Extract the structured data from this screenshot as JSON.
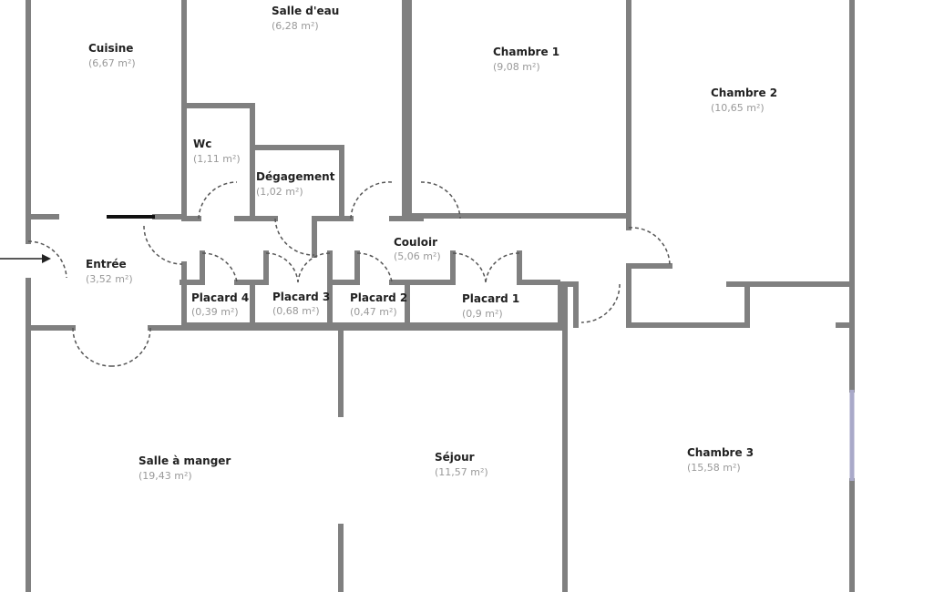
{
  "plan": {
    "rooms": [
      {
        "name": "Cuisine",
        "area": "(6,67 m²)"
      },
      {
        "name": "Salle d'eau",
        "area": "(6,28 m²)"
      },
      {
        "name": "Chambre 1",
        "area": "(9,08 m²)"
      },
      {
        "name": "Chambre 2",
        "area": "(10,65 m²)"
      },
      {
        "name": "Wc",
        "area": "(1,11 m²)"
      },
      {
        "name": "Dégagement",
        "area": "(1,02 m²)"
      },
      {
        "name": "Couloir",
        "area": "(5,06 m²)"
      },
      {
        "name": "Entrée",
        "area": "(3,52 m²)"
      },
      {
        "name": "Placard 4",
        "area": "(0,39 m²)"
      },
      {
        "name": "Placard 3",
        "area": "(0,68 m²)"
      },
      {
        "name": "Placard 2",
        "area": "(0,47 m²)"
      },
      {
        "name": "Placard 1",
        "area": "(0,9 m²)"
      },
      {
        "name": "Salle à manger",
        "area": "(19,43 m²)"
      },
      {
        "name": "Séjour",
        "area": "(11,57 m²)"
      },
      {
        "name": "Chambre 3",
        "area": "(15,58 m²)"
      }
    ],
    "colors": {
      "wall": "#808080",
      "window": "#a9a9c9"
    }
  }
}
